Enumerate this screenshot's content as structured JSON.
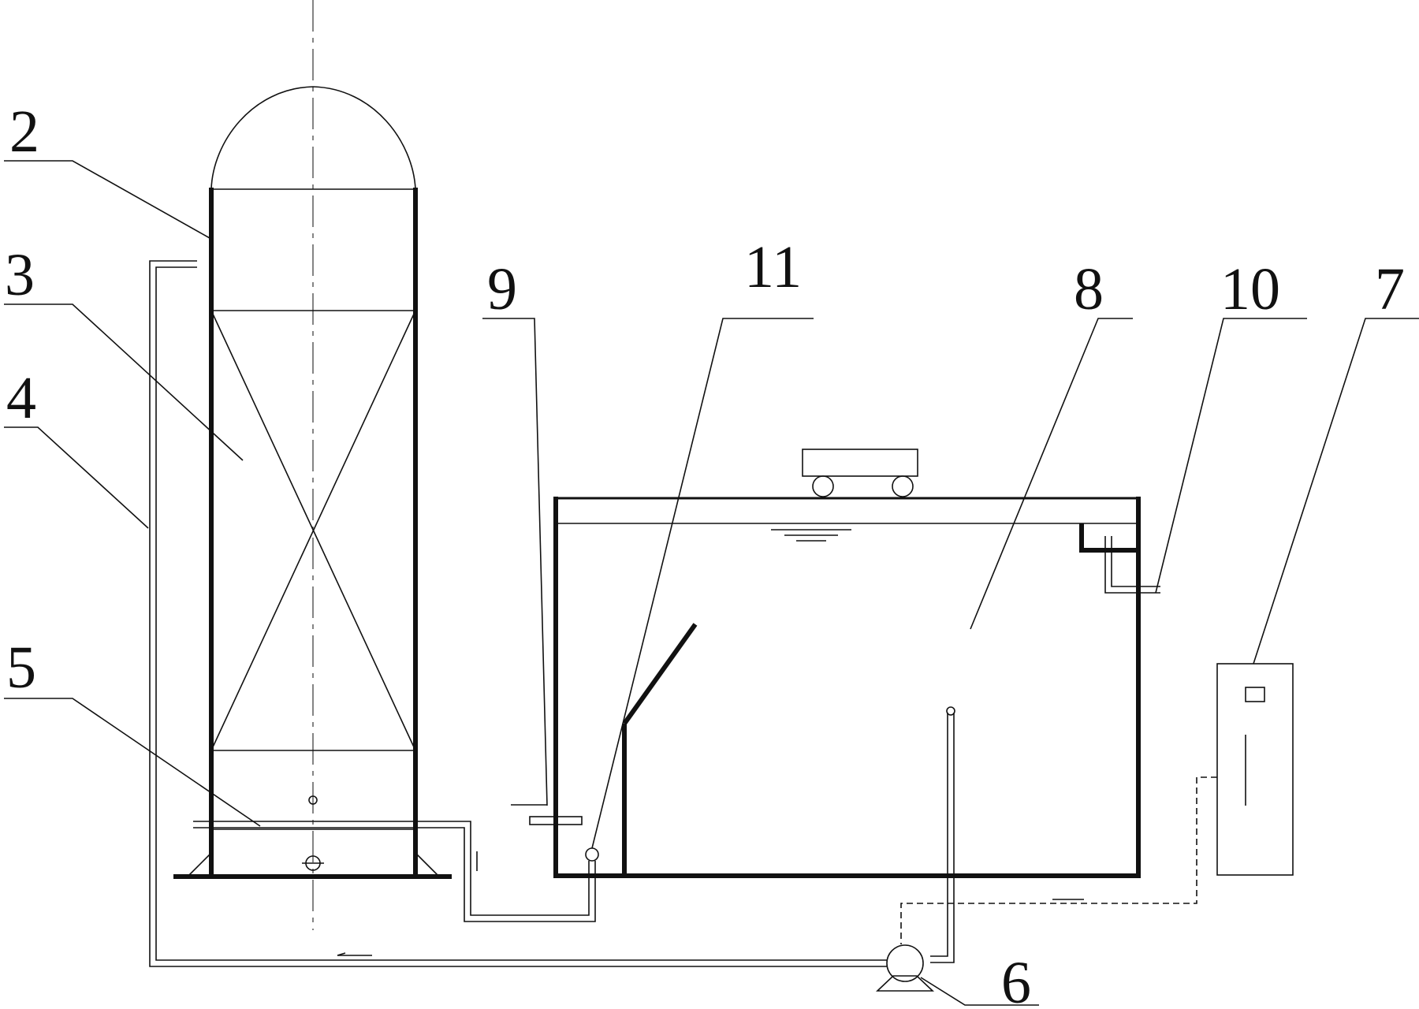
{
  "labels": {
    "l2": "2",
    "l3": "3",
    "l4": "4",
    "l5": "5",
    "l6": "6",
    "l7": "7",
    "l8": "8",
    "l9": "9",
    "l10": "10",
    "l11": "11"
  },
  "colors": {
    "line": "#111111",
    "background": "#ffffff"
  }
}
